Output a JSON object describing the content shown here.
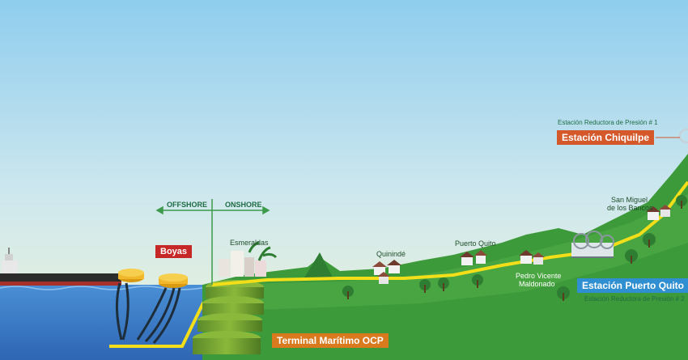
{
  "diagram": {
    "direction_labels": {
      "offshore": "OFFSHORE",
      "onshore": "ONSHORE"
    },
    "callouts": {
      "boyas": "Boyas",
      "terminal": "Terminal Marítimo OCP",
      "chiquilpe": "Estación Chiquilpe",
      "puerto_quito_station": "Estación Puerto Quito"
    },
    "sublabels": {
      "reductora_1": "Estación Reductora de Presión # 1",
      "reductora_2": "Estación Reductora de Presión # 2"
    },
    "towns": {
      "esmeraldas": "Esmeraldas",
      "quininde": "Quinindé",
      "puerto_quito": "Puerto Quito",
      "pedro_vicente_1": "Pedro Vicente",
      "pedro_vicente_2": "Maldonado",
      "san_miguel_1": "San Miguel",
      "san_miguel_2": "de los Bancos"
    },
    "colors": {
      "sky_top": "#8fcdee",
      "sky_bottom": "#eef3d6",
      "sea": "#3b78c4",
      "land": "#3d9a3a",
      "land_light": "#56b04a",
      "pipeline": "#f2df1a",
      "boyas_tag": "#c62828",
      "terminal_tag": "#d97a1e",
      "chiquilpe_tag": "#d4582a",
      "puerto_quito_tag": "#2f8fd0"
    }
  }
}
